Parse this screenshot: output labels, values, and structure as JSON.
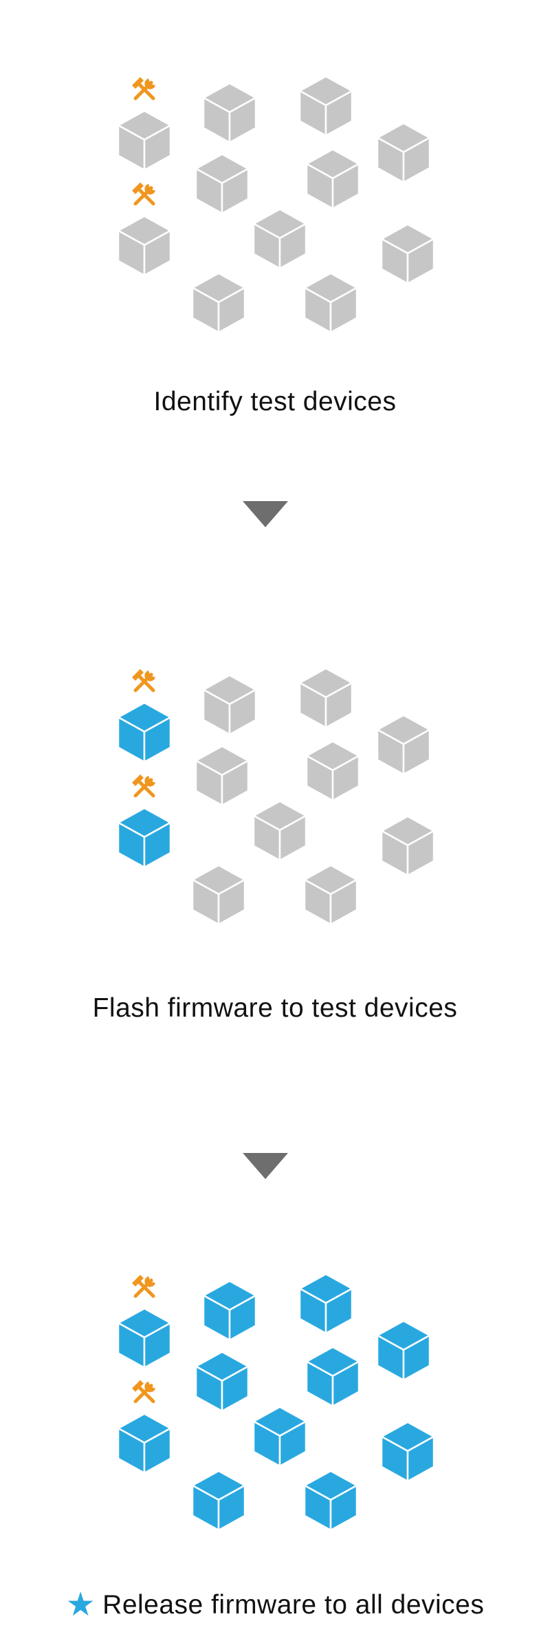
{
  "steps": [
    {
      "label": "Identify test devices",
      "test_color": "#c6c6c6",
      "other_color": "#c6c6c6"
    },
    {
      "label": "Flash firmware to test devices",
      "test_color": "#29a8e0",
      "other_color": "#c6c6c6"
    },
    {
      "label": "Release firmware to all devices",
      "test_color": "#29a8e0",
      "other_color": "#29a8e0",
      "icon": "star-icon"
    }
  ],
  "colors": {
    "gray_cube": "#c6c6c6",
    "blue_cube": "#29a8e0",
    "tool": "#f0961e",
    "arrow": "#6e6e6e",
    "star": "#29a8e0"
  },
  "icons": {
    "test_marker": "hammer-wrench-icon",
    "device": "cube-icon",
    "step_arrow": "down-triangle-icon"
  }
}
